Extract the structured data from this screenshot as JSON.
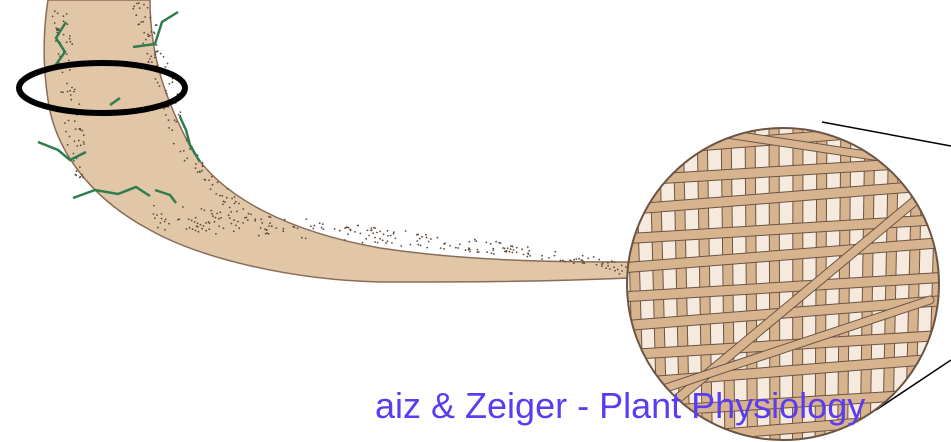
{
  "credit": "aiz & Zeiger - Plant Physiology",
  "colors": {
    "tissue": "#e2c6a8",
    "tissue_outline": "#8a6d57",
    "stipple": "#5a4a3c",
    "root_hair": "#2e7d4f",
    "ring": "#000000",
    "credit_text": "#5b3cf0",
    "fiber": "#d8b48e",
    "fiber_gap": "#f5eadd",
    "fiber_outline": "#6b5444"
  },
  "icons": {
    "ring": "root-band-ring",
    "zoom": "cell-wall-magnifier"
  }
}
